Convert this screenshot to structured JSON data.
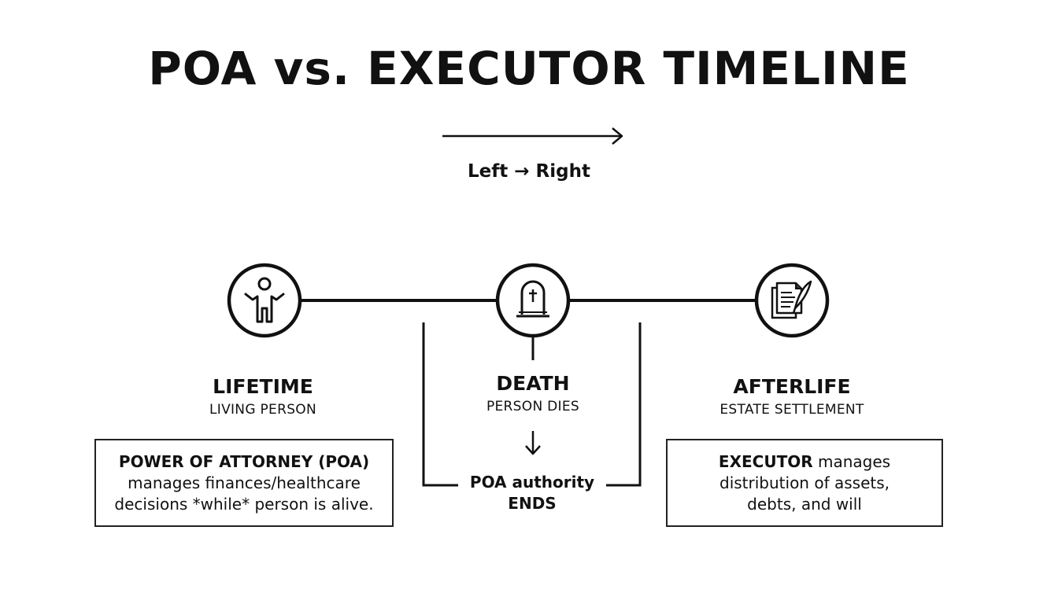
{
  "title": "POA vs. EXECUTOR TIMELINE",
  "direction_label": "Left → Right",
  "stages": [
    {
      "icon": "person-icon",
      "title": "LIFETIME",
      "subtitle": "LIVING PERSON",
      "box_bold": "POWER OF ATTORNEY (POA)",
      "box_line1": "manages finances/healthcare",
      "box_line2": "decisions *while* person is alive."
    },
    {
      "icon": "tombstone-icon",
      "title": "DEATH",
      "subtitle": "PERSON DIES",
      "result_line1": "POA authority",
      "result_line2": "ENDS"
    },
    {
      "icon": "documents-quill-icon",
      "title": "AFTERLIFE",
      "subtitle": "ESTATE SETTLEMENT",
      "box_bold": "EXECUTOR",
      "box_rest": " manages",
      "box_line1": "distribution of assets,",
      "box_line2": "debts, and will"
    }
  ]
}
